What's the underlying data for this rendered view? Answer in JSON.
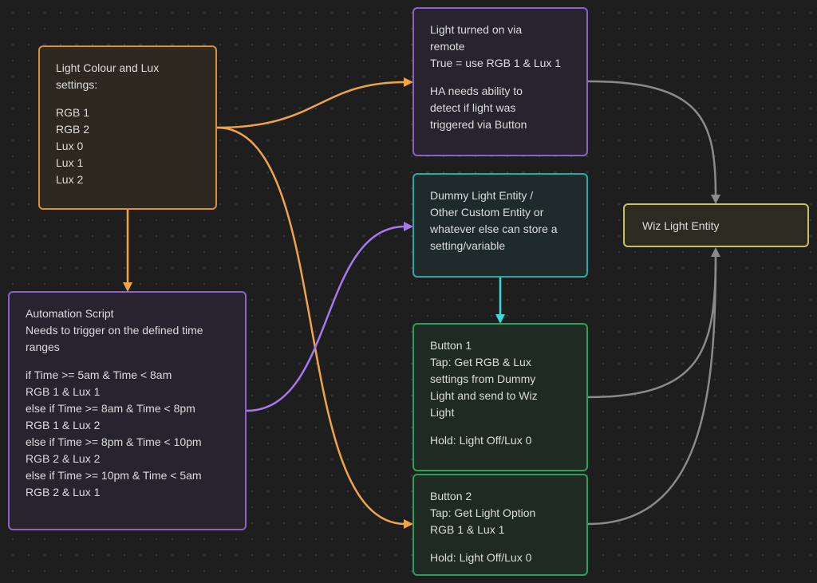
{
  "colors": {
    "orange": "#f0a446",
    "purple": "#a678f0",
    "teal": "#3fd8d8",
    "gray": "#8a8a8a"
  },
  "nodes": {
    "settings": {
      "paragraphs": [
        [
          "Light Colour and Lux",
          "settings:"
        ],
        [
          "RGB 1",
          "RGB 2",
          "Lux 0",
          "Lux 1",
          "Lux 2"
        ]
      ]
    },
    "automation": {
      "paragraphs": [
        [
          "Automation Script",
          "Needs to trigger on the defined time",
          "ranges"
        ],
        [
          "if Time >= 5am & Time < 8am",
          "RGB 1 & Lux 1",
          "else if Time >= 8am & Time < 8pm",
          "RGB 1 & Lux 2",
          "else if Time >= 8pm & Time < 10pm",
          "RGB 2 & Lux 2",
          "else if Time >= 10pm & Time < 5am",
          "RGB 2 & Lux 1"
        ]
      ]
    },
    "remote": {
      "paragraphs": [
        [
          "Light turned on via",
          "remote",
          "True = use RGB 1 & Lux 1"
        ],
        [
          "HA needs ability to",
          "detect if light was",
          "triggered via Button"
        ]
      ]
    },
    "dummy": {
      "paragraphs": [
        [
          "Dummy Light Entity /",
          "Other Custom Entity or",
          "whatever else can store a",
          "setting/variable"
        ]
      ]
    },
    "button1": {
      "paragraphs": [
        [
          "Button 1",
          "Tap: Get RGB & Lux",
          "settings from Dummy",
          "Light and send to Wiz",
          "Light"
        ],
        [
          "Hold: Light Off/Lux 0"
        ]
      ]
    },
    "button2": {
      "paragraphs": [
        [
          "Button 2",
          "Tap: Get Light Option",
          "RGB 1 & Lux 1"
        ],
        [
          "Hold: Light Off/Lux 0"
        ]
      ]
    },
    "wiz": {
      "paragraphs": [
        [
          "Wiz Light Entity"
        ]
      ]
    }
  }
}
